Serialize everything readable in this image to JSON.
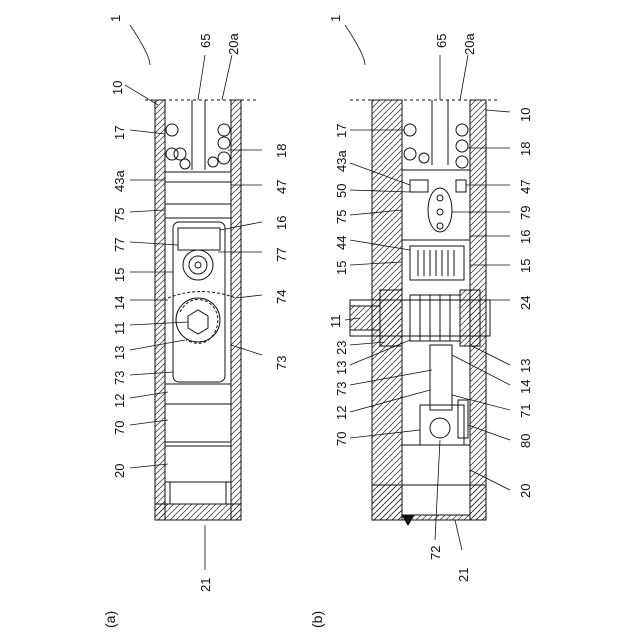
{
  "figure": {
    "panel_a": {
      "caption": "(a)",
      "refs": {
        "r1": "1",
        "r65": "65",
        "r20a": "20a",
        "r10": "10",
        "r17": "17",
        "r18": "18",
        "r43a": "43a",
        "r47": "47",
        "r75": "75",
        "r16": "16",
        "r77l": "77",
        "r77r": "77",
        "r15": "15",
        "r74": "74",
        "r14": "14",
        "r11": "11",
        "r13": "13",
        "r73l": "73",
        "r73r": "73",
        "r12": "12",
        "r70": "70",
        "r20": "20",
        "r21": "21"
      }
    },
    "panel_b": {
      "caption": "(b)",
      "refs": {
        "r1": "1",
        "r65": "65",
        "r20a": "20a",
        "r10": "10",
        "r17": "17",
        "r18": "18",
        "r43a": "43a",
        "r47": "47",
        "r50": "50",
        "r75": "75",
        "r79": "79",
        "r44": "44",
        "r16": "16",
        "r15l": "15",
        "r15r": "15",
        "r24": "24",
        "r11": "11",
        "r23": "23",
        "r13l": "13",
        "r13r": "13",
        "r73": "73",
        "r14": "14",
        "r12": "12",
        "r71": "71",
        "r70": "70",
        "r80": "80",
        "r20": "20",
        "r72": "72",
        "r21": "21"
      }
    }
  }
}
